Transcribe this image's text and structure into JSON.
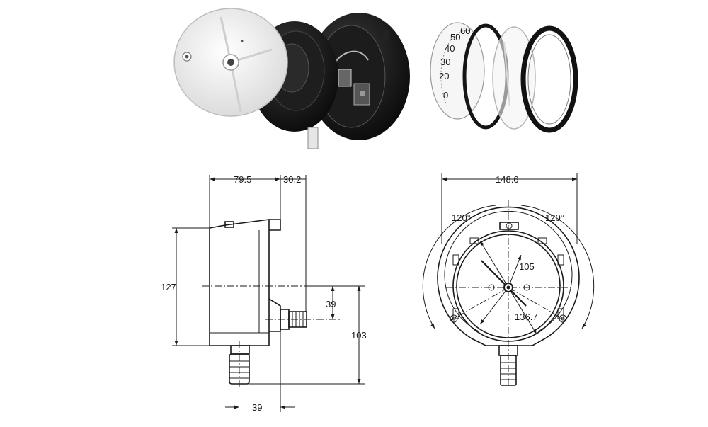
{
  "photos": {
    "exploded_case": "exploded case photo",
    "exploded_window": "exploded window photo",
    "dial_scale_numbers": [
      "0",
      "20",
      "30",
      "40",
      "50",
      "60"
    ]
  },
  "side_view": {
    "dim_width": "79.5",
    "dim_stem": "30.2",
    "dim_height": "127",
    "dim_connection_offset": "39",
    "dim_center_to_bottom": "103",
    "dim_bottom_offset": "39"
  },
  "front_view": {
    "dim_flange_diameter": "148.6",
    "dim_angle_left": "120°",
    "dim_angle_right": "120°",
    "dim_inner_diameter": "105",
    "dim_bolt_circle": "136.7"
  },
  "colors": {
    "line": "#1a1a1a",
    "photo_dark": "#141414",
    "photo_light": "#eeeeee"
  }
}
